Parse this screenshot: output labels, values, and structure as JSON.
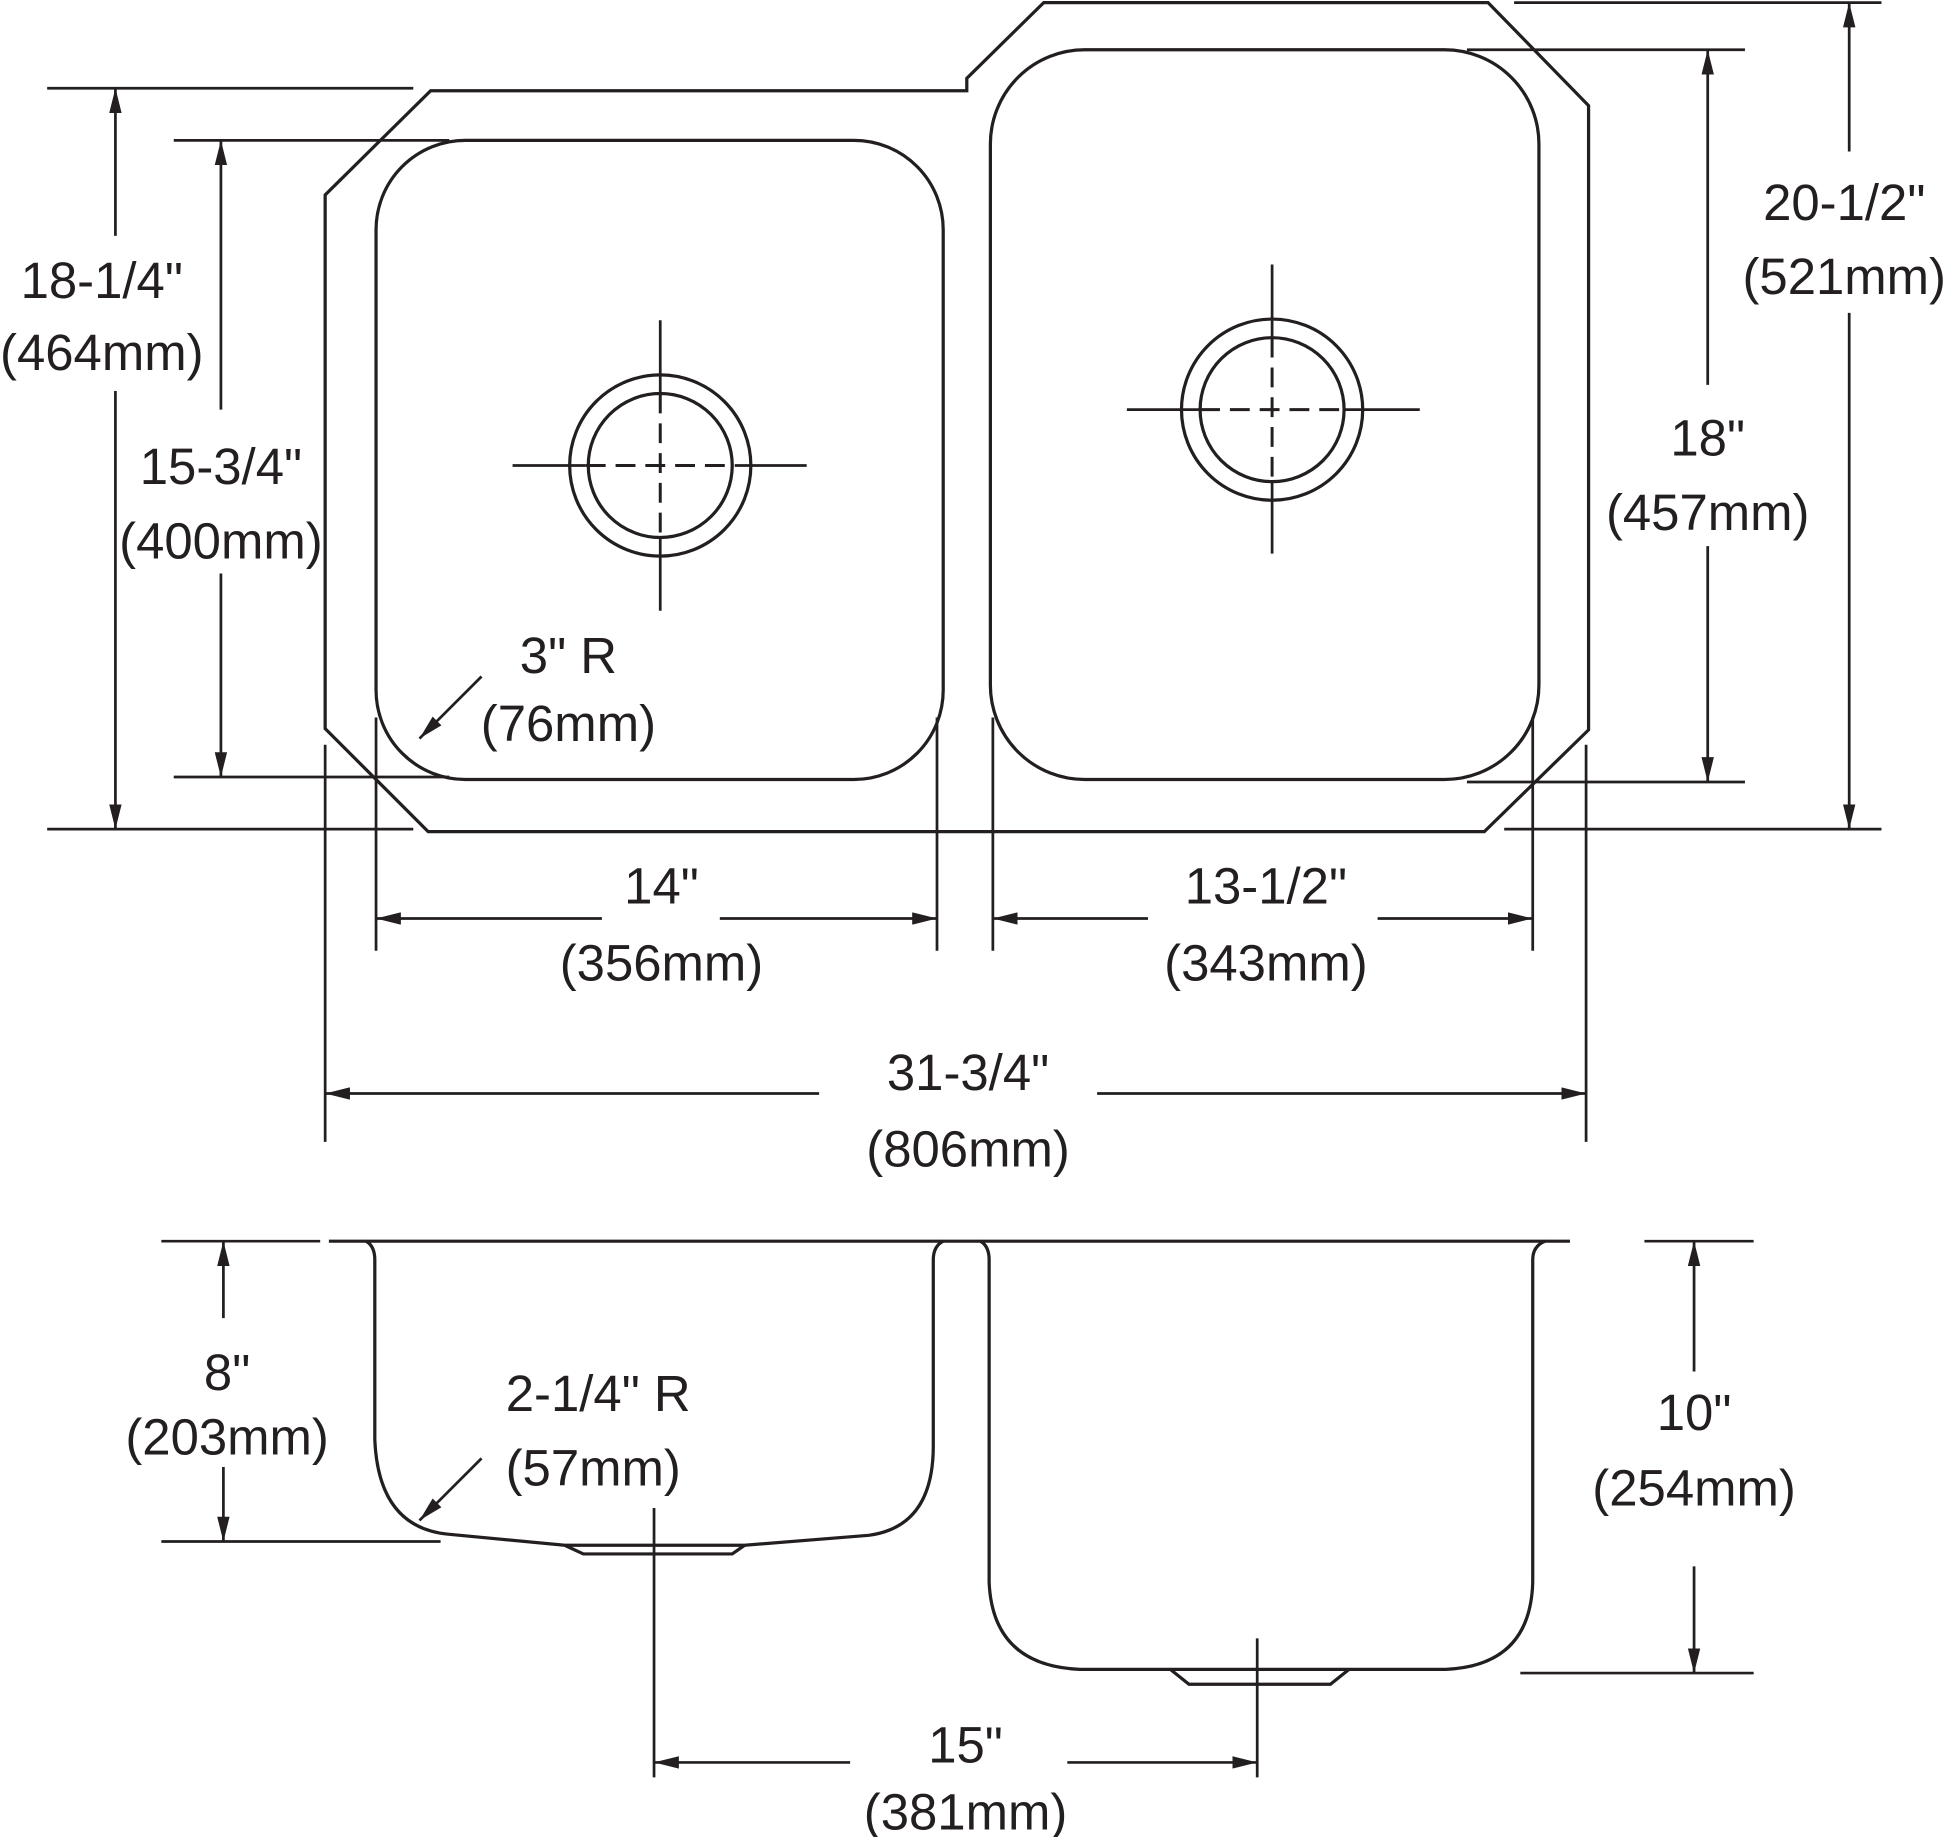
{
  "title": "Double bowl undermount sink dimension drawing",
  "colors": {
    "line": "#231f20",
    "background": "#ffffff"
  },
  "top_view": {
    "overall_depth": {
      "in": "18-1/4\"",
      "mm": "(464mm)"
    },
    "left_bowl_depth": {
      "in": "15-3/4\"",
      "mm": "(400mm)"
    },
    "overall_depth_right": {
      "in": "20-1/2\"",
      "mm": "(521mm)"
    },
    "right_bowl_depth": {
      "in": "18\"",
      "mm": "(457mm)"
    },
    "left_bowl_width": {
      "in": "14\"",
      "mm": "(356mm)"
    },
    "right_bowl_width": {
      "in": "13-1/2\"",
      "mm": "(343mm)"
    },
    "overall_width": {
      "in": "31-3/4\"",
      "mm": "(806mm)"
    },
    "corner_radius": {
      "in": "3\" R",
      "mm": "(76mm)"
    }
  },
  "side_view": {
    "left_bowl_height": {
      "in": "8\"",
      "mm": "(203mm)"
    },
    "right_bowl_height": {
      "in": "10\"",
      "mm": "(254mm)"
    },
    "bottom_radius": {
      "in": "2-1/4\" R",
      "mm": "(57mm)"
    },
    "drain_spacing": {
      "in": "15\"",
      "mm": "(381mm)"
    }
  }
}
